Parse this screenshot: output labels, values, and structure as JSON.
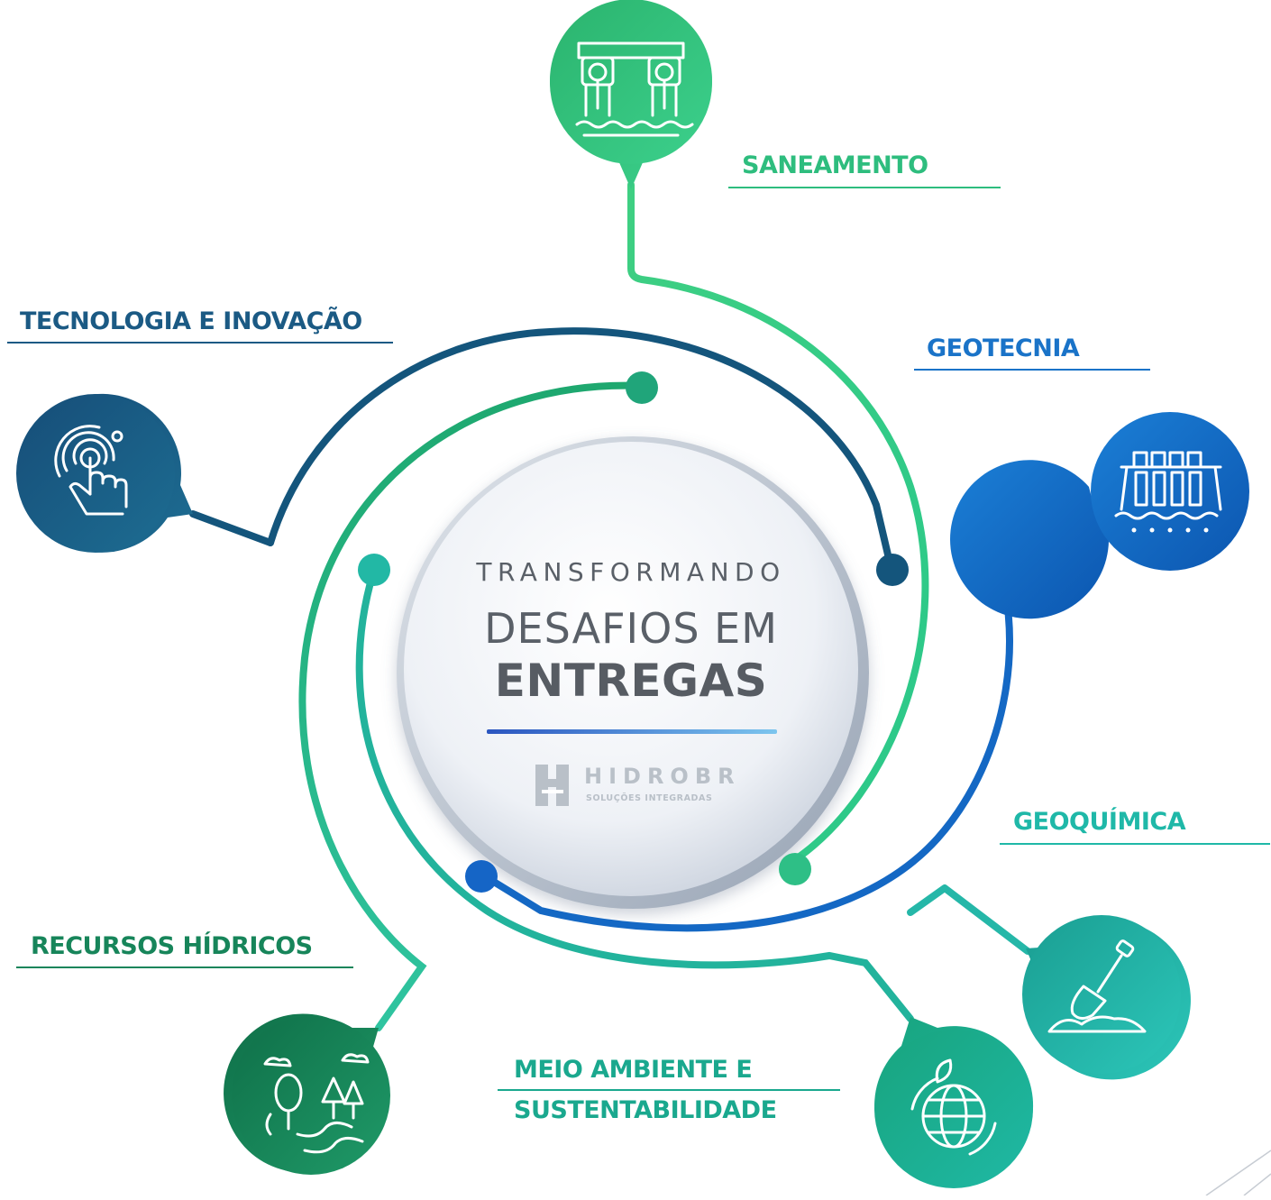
{
  "center": {
    "line1": "TRANSFORMANDO",
    "line2": "DESAFIOS EM",
    "line3": "ENTREGAS",
    "logo_name": "HIDROBR",
    "logo_tagline": "SOLUÇÕES INTEGRADAS"
  },
  "nodes": [
    {
      "key": "saneamento",
      "label": "SANEAMENTO",
      "color": "#2ebd7e",
      "icon": "water-treatment-outfall-icon"
    },
    {
      "key": "geotecnia",
      "label": "GEOTECNIA",
      "color": "#1a73c8",
      "icon": "dam-icon"
    },
    {
      "key": "geoquimica",
      "label": "GEOQUÍMICA",
      "color": "#1fb8a8",
      "icon": "shovel-icon"
    },
    {
      "key": "meio-ambiente",
      "label_line1": "MEIO AMBIENTE E",
      "label_line2": "SUSTENTABILIDADE",
      "color": "#1aa88e",
      "icon": "eco-globe-icon"
    },
    {
      "key": "recursos-hidricos",
      "label": "RECURSOS HÍDRICOS",
      "color": "#17855a",
      "icon": "river-landscape-icon"
    },
    {
      "key": "tecnologia",
      "label": "TECNOLOGIA E INOVAÇÃO",
      "color": "#1b5a84",
      "icon": "touch-technology-icon"
    }
  ],
  "colors": {
    "navy": "#14557c",
    "green": "#2ec07d",
    "blue": "#1468c4",
    "teal": "#1fb5a6",
    "text_gray": "#5a6068"
  }
}
